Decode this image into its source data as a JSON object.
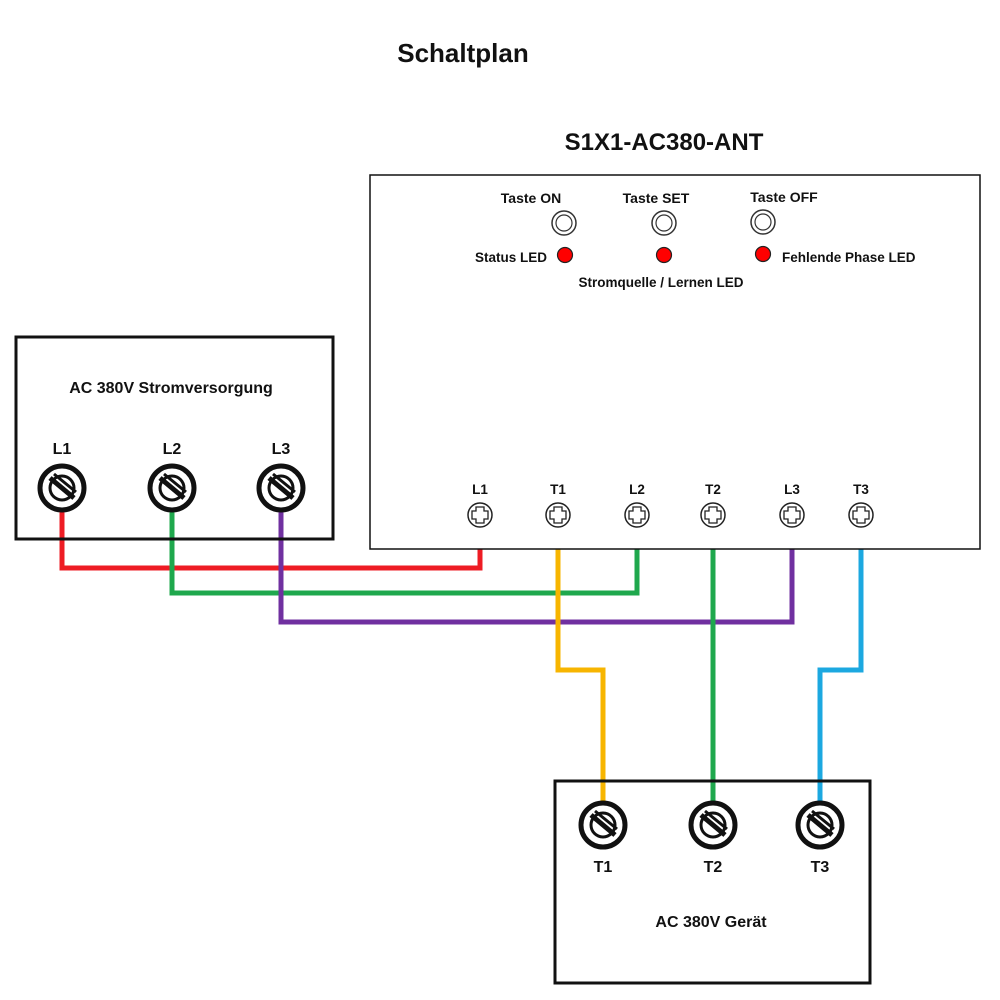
{
  "title": "Schaltplan",
  "device": {
    "name": "S1X1-AC380-ANT",
    "buttons": [
      {
        "id": "on",
        "label": "Taste ON"
      },
      {
        "id": "set",
        "label": "Taste SET"
      },
      {
        "id": "off",
        "label": "Taste OFF"
      }
    ],
    "led_labels": {
      "status": "Status LED",
      "power_learn": "Stromquelle / Lernen LED",
      "phase_missing": "Fehlende Phase LED"
    },
    "led_color": "#ff0000",
    "terminals": [
      "L1",
      "T1",
      "L2",
      "T2",
      "L3",
      "T3"
    ]
  },
  "supply": {
    "label": "AC 380V Stromversorgung",
    "terminals": [
      "L1",
      "L2",
      "L3"
    ]
  },
  "load": {
    "label": "AC 380V Gerät",
    "terminals": [
      "T1",
      "T2",
      "T3"
    ]
  },
  "wire_colors": {
    "L1": "#ee1c24",
    "L2": "#1fa84d",
    "L3": "#7030a0",
    "T1": "#f7b500",
    "T2": "#1fa84d",
    "T3": "#1ca8e0"
  }
}
